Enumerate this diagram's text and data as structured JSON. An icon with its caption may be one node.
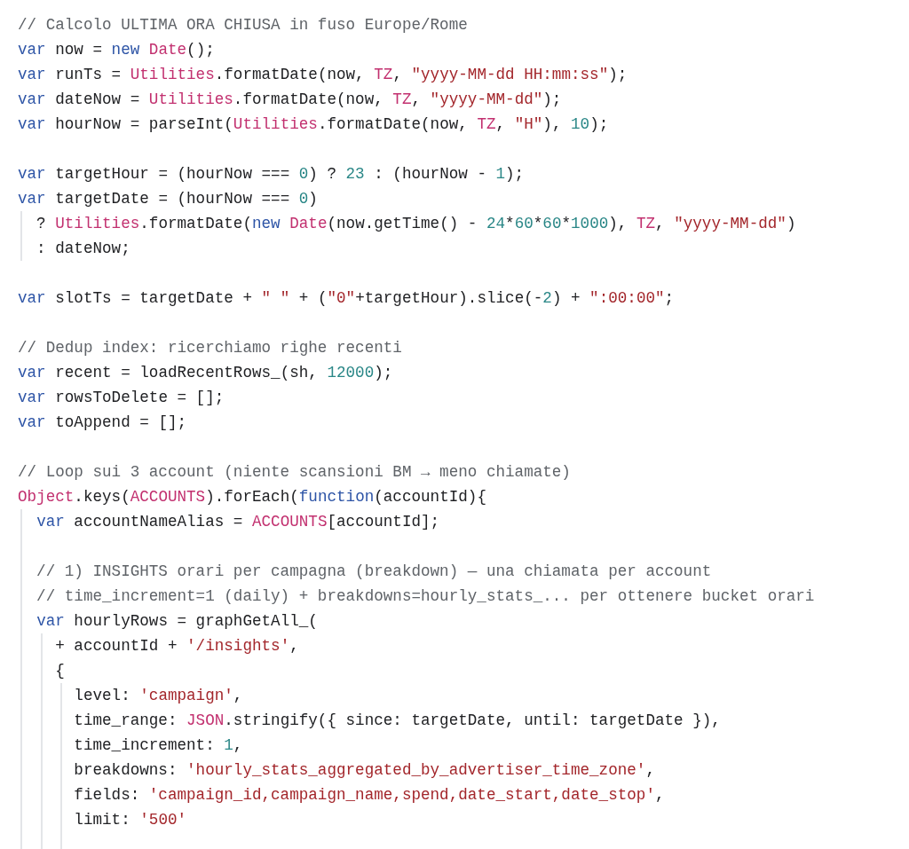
{
  "diagram": {
    "labels": [
      "// Calcolo ULTIMA ORA CHIUSA in fuso Europe/Rome",
      "var now = new Date();",
      "var runTs = Utilities.formatDate(now, TZ, \"yyyy-MM-dd HH:mm:ss\");",
      "var dateNow = Utilities.formatDate(now, TZ, \"yyyy-MM-dd\");",
      "var hourNow = parseInt(Utilities.formatDate(now, TZ, \"H\"), 10);",
      "var targetHour = (hourNow === 0) ? 23 : (hourNow - 1);",
      "var targetDate = (hourNow === 0)",
      "  ? Utilities.formatDate(new Date(now.getTime() - 24*60*60*1000), TZ, \"yyyy-MM-dd\")",
      "  : dateNow;",
      "var slotTs = targetDate + \" \" + (\"0\"+targetHour).slice(-2) + \":00:00\";",
      "// Dedup index: ricerchiamo righe recenti",
      "var recent = loadRecentRows_(sh, 12000);",
      "var rowsToDelete = [];",
      "var toAppend = [];",
      "// Loop sui 3 account (niente scansioni BM → meno chiamate)",
      "Object.keys(ACCOUNTS).forEach(function(accountId){",
      "  var accountNameAlias = ACCOUNTS[accountId];",
      "  // 1) INSIGHTS orari per campagna (breakdown) — una chiamata per account",
      "  // time_increment=1 (daily) + breakdowns=hourly_stats_... per ottenere bucket orari",
      "  var hourlyRows = graphGetAll_(",
      "    + accountId + '/insights',",
      "    {",
      "      level: 'campaign',",
      "      time_range: JSON.stringify({ since: targetDate, until: targetDate }),",
      "      time_increment: 1,",
      "      breakdowns: 'hourly_stats_aggregated_by_advertiser_time_zone',",
      "      fields: 'campaign_id,campaign_name,spend,date_start,date_stop',",
      "      limit: '500'"
    ]
  }
}
